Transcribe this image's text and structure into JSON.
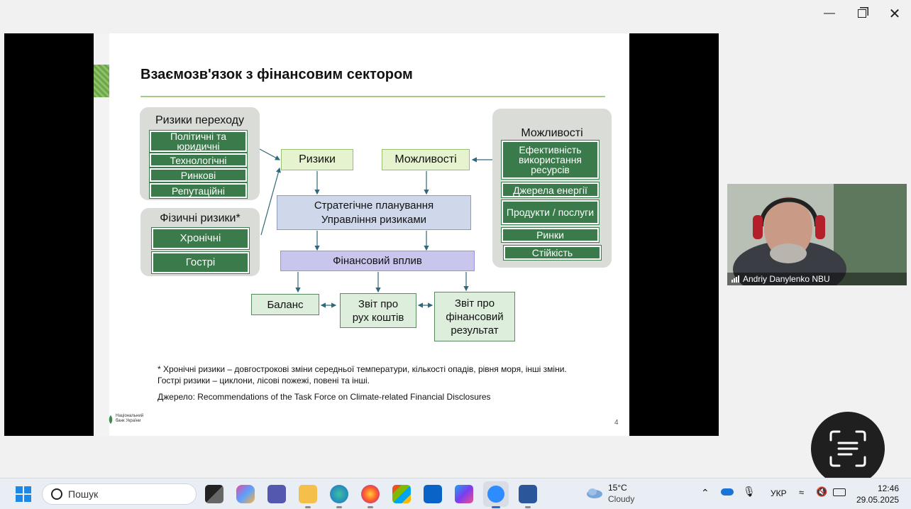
{
  "window": {
    "minimize_icon": "minimize-icon",
    "restore_icon": "restore-icon",
    "close_icon": "close-icon"
  },
  "slide": {
    "title": "Взаємозв'язок з фінансовим сектором",
    "left_panel_transition": {
      "title": "Ризики переходу",
      "items": [
        "Політичні та юридичні",
        "Технологічні",
        "Ринкові",
        "Репутаційні"
      ]
    },
    "left_panel_physical": {
      "title": "Фізичні ризики*",
      "items": [
        "Хронічні",
        "Гострі"
      ]
    },
    "right_panel": {
      "title": "Можливості",
      "items": [
        "Ефективність використання ресурсів",
        "Джерела енергії",
        "Продукти / послуги",
        "Ринки",
        "Стійкість"
      ]
    },
    "flow": {
      "risks": "Ризики",
      "opportunities": "Можливості",
      "strategy_line1": "Стратегічне планування",
      "strategy_line2": "Управління ризиками",
      "financial_impact": "Фінансовий вплив",
      "balance": "Баланс",
      "cashflow_line1": "Звіт про",
      "cashflow_line2": "рух коштів",
      "pnl_line1": "Звіт про",
      "pnl_line2": "фінансовий",
      "pnl_line3": "результат"
    },
    "footnote_line1": "* Хронічні ризики – довгострокові зміни середньої температури, кількості опадів, рівня моря, інші зміни.",
    "footnote_line2": "Гострі ризики – циклони, лісові пожежі, повені та інші.",
    "source": "Джерело: Recommendations of the Task Force on Climate-related Financial Disclosures",
    "logo_line1": "Національний",
    "logo_line2": "банк України",
    "page_number": "4"
  },
  "video": {
    "participant_name": "Andriy Danylenko NBU"
  },
  "taskbar": {
    "search_placeholder": "Пошук",
    "weather_temp": "15°C",
    "weather_desc": "Cloudy",
    "language": "УКР",
    "time": "12:46",
    "date": "29.05.2025",
    "apps": [
      "windows-start",
      "task-view",
      "copilot",
      "teams",
      "file-explorer",
      "edge",
      "firefox",
      "store",
      "outlook",
      "m365",
      "zoom",
      "word"
    ]
  },
  "colors": {
    "green_box": "#3a7a4b",
    "light_green": "#e6f3cf",
    "blue_box": "#cfd8ea",
    "purple_box": "#c9c6ee",
    "panel_gray": "#d9dcd7"
  }
}
